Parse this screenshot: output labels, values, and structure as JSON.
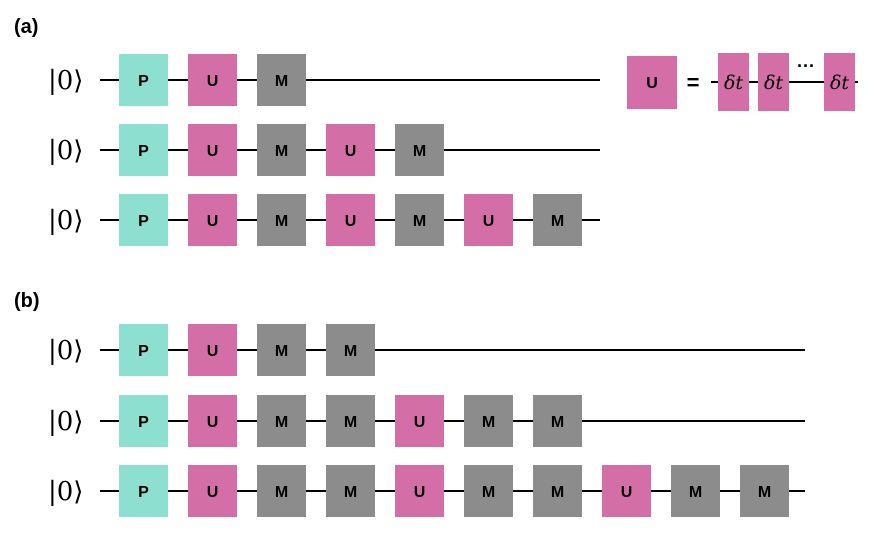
{
  "colors": {
    "P": "#8ddfcf",
    "U": "#d36fa6",
    "M": "#8c8c8c",
    "wire": "#000000"
  },
  "gate_labels": {
    "P": "P",
    "U": "U",
    "M": "M"
  },
  "panels": [
    {
      "label": "(a)",
      "rows": [
        {
          "ket": "|0⟩",
          "gates": [
            "P",
            "U",
            "M"
          ]
        },
        {
          "ket": "|0⟩",
          "gates": [
            "P",
            "U",
            "M",
            "U",
            "M"
          ]
        },
        {
          "ket": "|0⟩",
          "gates": [
            "P",
            "U",
            "M",
            "U",
            "M",
            "U",
            "M"
          ]
        }
      ]
    },
    {
      "label": "(b)",
      "rows": [
        {
          "ket": "|0⟩",
          "gates": [
            "P",
            "U",
            "M",
            "M"
          ]
        },
        {
          "ket": "|0⟩",
          "gates": [
            "P",
            "U",
            "M",
            "M",
            "U",
            "M",
            "M"
          ]
        },
        {
          "ket": "|0⟩",
          "gates": [
            "P",
            "U",
            "M",
            "M",
            "U",
            "M",
            "M",
            "U",
            "M",
            "M"
          ]
        }
      ]
    }
  ],
  "decomposition": {
    "gate": "U",
    "equals": "=",
    "step_label": "δt",
    "dots": "···",
    "steps": [
      "δt",
      "δt",
      "δt"
    ]
  }
}
